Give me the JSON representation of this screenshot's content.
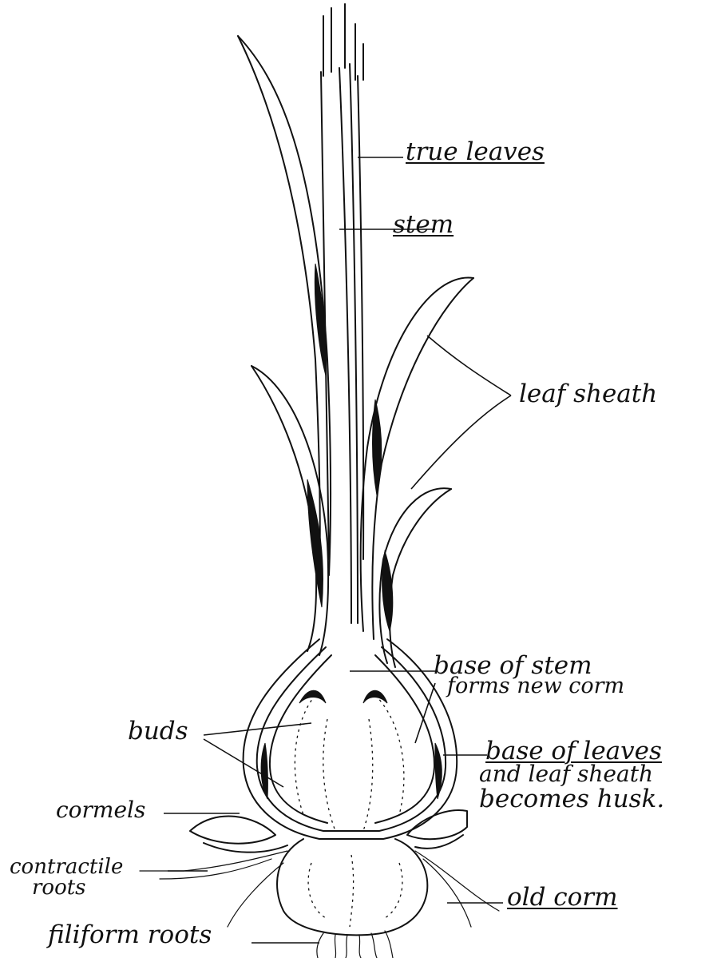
{
  "labels": {
    "true_leaves": "true leaves",
    "stem": "stem",
    "leaf_sheath": "leaf sheath",
    "base_of_stem_1": "base of stem",
    "base_of_stem_2": "forms new corm",
    "buds": "buds",
    "base_of_leaves_1": "base of leaves",
    "base_of_leaves_2": "and leaf sheath",
    "base_of_leaves_3": "becomes husk.",
    "cormels": "cormels",
    "contractile_1": "contractile",
    "contractile_2": "roots",
    "old_corm": "old corm",
    "filiform_roots": "filiform roots"
  }
}
